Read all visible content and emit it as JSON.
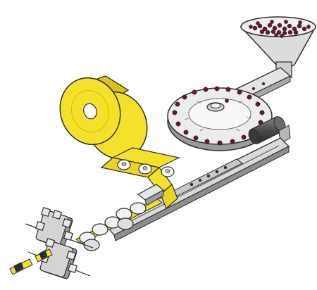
{
  "illustration": {
    "colors": {
      "background": "#ffffff",
      "tape_yellow": "#f4e12a",
      "tape_shadow": "#d9c21a",
      "metal_light": "#e6e6e6",
      "metal_mid": "#bdbdbd",
      "metal_dark": "#7a7a7a",
      "outline": "#2b2b2b",
      "pellet": "#5a1e2e",
      "roller_dark": "#555555"
    },
    "components": [
      "hopper",
      "feed-chute",
      "rotary-indexing-disc",
      "drive-roller",
      "tape-reel",
      "tape-guide-rollers",
      "feed-track",
      "sealing-discs",
      "gear-cutters",
      "finished-tape-strip"
    ]
  }
}
